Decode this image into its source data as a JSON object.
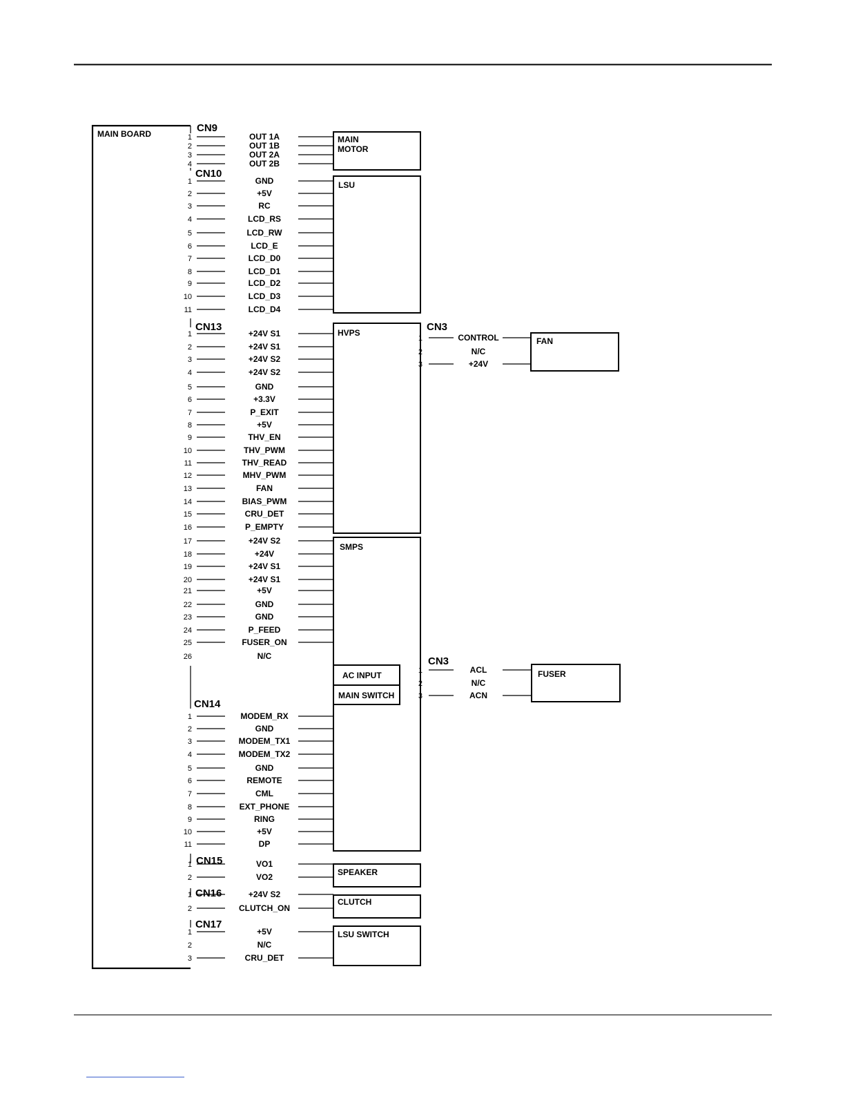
{
  "main_board": {
    "label": "MAIN BOARD"
  },
  "left_connectors": [
    {
      "name": "CN9",
      "pins": [
        {
          "n": "1",
          "signal": "OUT 1A"
        },
        {
          "n": "2",
          "signal": "OUT 1B"
        },
        {
          "n": "3",
          "signal": "OUT 2A"
        },
        {
          "n": "4",
          "signal": "OUT 2B"
        }
      ]
    },
    {
      "name": "CN10",
      "pins": [
        {
          "n": "1",
          "signal": "GND"
        },
        {
          "n": "2",
          "signal": "+5V"
        },
        {
          "n": "3",
          "signal": "RC"
        },
        {
          "n": "4",
          "signal": "LCD_RS"
        },
        {
          "n": "5",
          "signal": "LCD_RW"
        },
        {
          "n": "6",
          "signal": "LCD_E"
        },
        {
          "n": "7",
          "signal": "LCD_D0"
        },
        {
          "n": "8",
          "signal": "LCD_D1"
        },
        {
          "n": "9",
          "signal": "LCD_D2"
        },
        {
          "n": "10",
          "signal": "LCD_D3"
        },
        {
          "n": "11",
          "signal": "LCD_D4"
        }
      ]
    },
    {
      "name": "CN13",
      "pins": [
        {
          "n": "1",
          "signal": "+24V S1"
        },
        {
          "n": "2",
          "signal": "+24V S1"
        },
        {
          "n": "3",
          "signal": "+24V S2"
        },
        {
          "n": "4",
          "signal": "+24V S2"
        },
        {
          "n": "5",
          "signal": "GND"
        },
        {
          "n": "6",
          "signal": "+3.3V"
        },
        {
          "n": "7",
          "signal": "P_EXIT"
        },
        {
          "n": "8",
          "signal": "+5V"
        },
        {
          "n": "9",
          "signal": "THV_EN"
        },
        {
          "n": "10",
          "signal": "THV_PWM"
        },
        {
          "n": "11",
          "signal": "THV_READ"
        },
        {
          "n": "12",
          "signal": "MHV_PWM"
        },
        {
          "n": "13",
          "signal": "FAN"
        },
        {
          "n": "14",
          "signal": "BIAS_PWM"
        },
        {
          "n": "15",
          "signal": "CRU_DET"
        },
        {
          "n": "16",
          "signal": "P_EMPTY"
        },
        {
          "n": "17",
          "signal": "+24V S2"
        },
        {
          "n": "18",
          "signal": "+24V"
        },
        {
          "n": "19",
          "signal": "+24V S1"
        },
        {
          "n": "20",
          "signal": "+24V S1"
        },
        {
          "n": "21",
          "signal": "+5V"
        },
        {
          "n": "22",
          "signal": "GND"
        },
        {
          "n": "23",
          "signal": "GND"
        },
        {
          "n": "24",
          "signal": "P_FEED"
        },
        {
          "n": "25",
          "signal": "FUSER_ON"
        },
        {
          "n": "26",
          "signal": "N/C"
        }
      ]
    },
    {
      "name": "CN14",
      "pins": [
        {
          "n": "1",
          "signal": "MODEM_RX"
        },
        {
          "n": "2",
          "signal": "GND"
        },
        {
          "n": "3",
          "signal": "MODEM_TX1"
        },
        {
          "n": "4",
          "signal": "MODEM_TX2"
        },
        {
          "n": "5",
          "signal": "GND"
        },
        {
          "n": "6",
          "signal": "REMOTE"
        },
        {
          "n": "7",
          "signal": "CML"
        },
        {
          "n": "8",
          "signal": "EXT_PHONE"
        },
        {
          "n": "9",
          "signal": "RING"
        },
        {
          "n": "10",
          "signal": "+5V"
        },
        {
          "n": "11",
          "signal": "DP"
        }
      ]
    },
    {
      "name": "CN15",
      "pins": [
        {
          "n": "1",
          "signal": "VO1"
        },
        {
          "n": "2",
          "signal": "VO2"
        }
      ]
    },
    {
      "name": "CN16",
      "pins": [
        {
          "n": "1",
          "signal": "+24V S2"
        },
        {
          "n": "2",
          "signal": "CLUTCH_ON"
        }
      ]
    },
    {
      "name": "CN17",
      "pins": [
        {
          "n": "1",
          "signal": "+5V"
        },
        {
          "n": "2",
          "signal": "N/C"
        },
        {
          "n": "3",
          "signal": "CRU_DET"
        }
      ]
    }
  ],
  "blocks": {
    "main_motor": [
      "MAIN",
      "MOTOR"
    ],
    "lsu": "LSU",
    "hvps": "HVPS",
    "smps": "SMPS",
    "ac_input": "AC INPUT",
    "main_switch": "MAIN SWITCH",
    "speaker": "SPEAKER",
    "clutch": "CLUTCH",
    "lsu_switch": "LSU SWITCH",
    "fan": "FAN",
    "fuser": "FUSER"
  },
  "right_connectors": [
    {
      "name": "CN3",
      "target": "FAN",
      "pins": [
        {
          "n": "1",
          "signal": "CONTROL"
        },
        {
          "n": "2",
          "signal": "N/C"
        },
        {
          "n": "3",
          "signal": "+24V"
        }
      ]
    },
    {
      "name": "CN3",
      "target": "FUSER",
      "pins": [
        {
          "n": "1",
          "signal": "ACL"
        },
        {
          "n": "2",
          "signal": "N/C"
        },
        {
          "n": "3",
          "signal": "ACN"
        }
      ]
    }
  ]
}
